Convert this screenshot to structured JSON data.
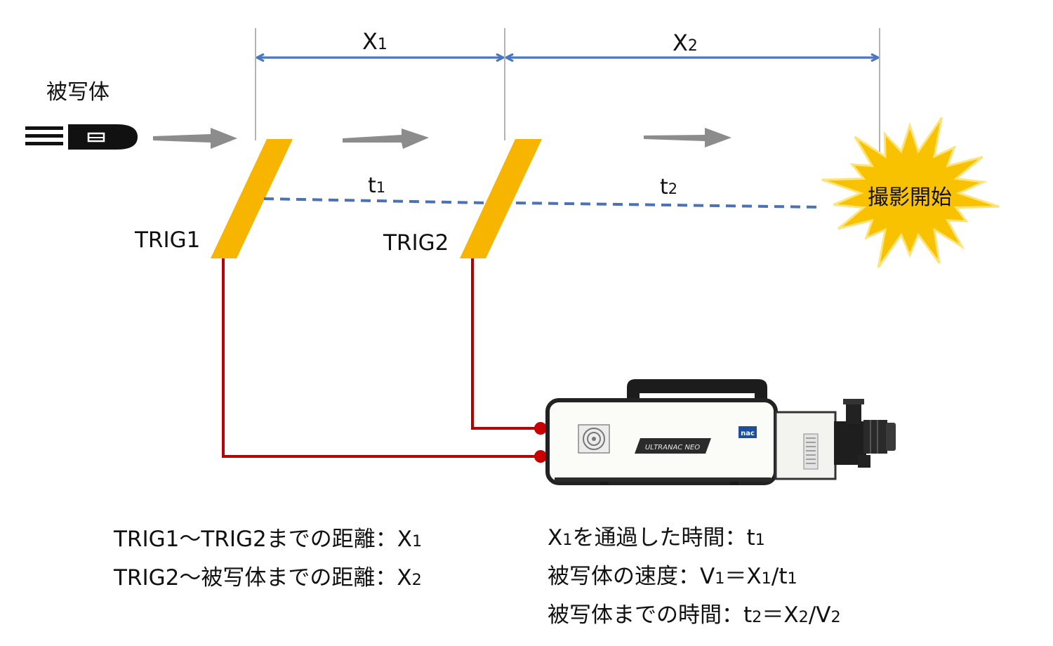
{
  "labels": {
    "subject": "被写体",
    "x1_main": "X",
    "x1_sub": "1",
    "x2_main": "X",
    "x2_sub": "2",
    "t1_main": "t",
    "t1_sub": "1",
    "t2_main": "t",
    "t2_sub": "2",
    "trig1": "TRIG1",
    "trig2": "TRIG2",
    "start": "撮影開始"
  },
  "camera": {
    "model_text": "ULTRANAC NEO",
    "brand_badge": "nac"
  },
  "captions": {
    "left": [
      {
        "text": "TRIG1～TRIG2までの距離：X",
        "sub": "1"
      },
      {
        "text": "TRIG2～被写体までの距離：X",
        "sub": "2"
      }
    ],
    "right": [
      {
        "a": "X",
        "a_sub": "1",
        "b": "を通過した時間：t",
        "b_sub": "1",
        "c": "",
        "c_sub": "",
        "d": "",
        "d_sub": ""
      },
      {
        "a": "被写体の速度：V",
        "a_sub": "1",
        "b": "＝X",
        "b_sub": "1",
        "c": "/t",
        "c_sub": "1",
        "d": "",
        "d_sub": ""
      },
      {
        "a": "被写体までの時間：t",
        "a_sub": "2",
        "b": "＝X",
        "b_sub": "2",
        "c": "/V",
        "c_sub": "2",
        "d": "",
        "d_sub": ""
      }
    ]
  },
  "colors": {
    "dimension_arrow": "#4a78c0",
    "dashed_line": "#4a72b4",
    "trigger_bar": "#f7b500",
    "motion_arrow": "#8c8c8c",
    "wire": "#b80000",
    "burst": "#f8c200"
  }
}
